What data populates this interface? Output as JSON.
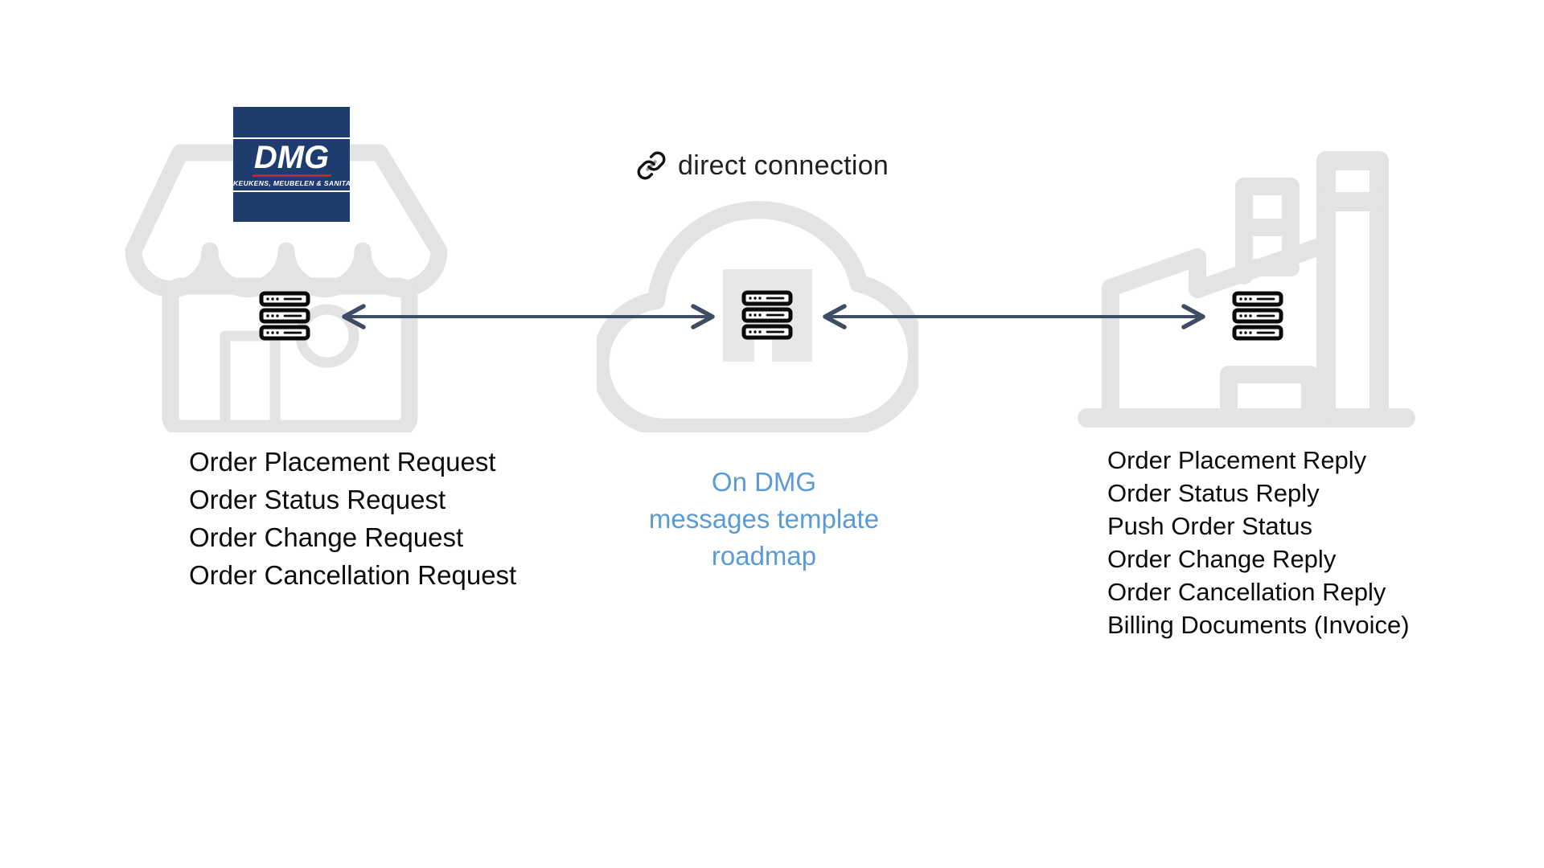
{
  "diagram": {
    "connection_label": "direct connection",
    "logo": {
      "title": "DMG",
      "subtitle": "KEUKENS, MEUBELEN & SANITAIR"
    },
    "store_messages": [
      "Order Placement Request",
      "Order Status Request",
      "Order Change Request",
      "Order Cancellation Request"
    ],
    "cloud_note_lines": [
      "On DMG",
      "messages template",
      "roadmap"
    ],
    "factory_messages": [
      "Order Placement Reply",
      "Order Status Reply",
      "Push Order Status",
      "Order Change Reply",
      "Order Cancellation Reply",
      "Billing Documents (Invoice)"
    ],
    "icons": {
      "store": "storefront-icon",
      "cloud": "cloud-icon",
      "factory": "factory-icon",
      "server": "server-stack-icon",
      "link": "link-icon"
    },
    "colors": {
      "icon_gray": "#e3e3e5",
      "arrow": "#3e4d64",
      "note_blue": "#5b9bd5",
      "logo_navy": "#1e3c6d",
      "logo_red": "#c4232b",
      "text": "#0c0c0c"
    }
  }
}
